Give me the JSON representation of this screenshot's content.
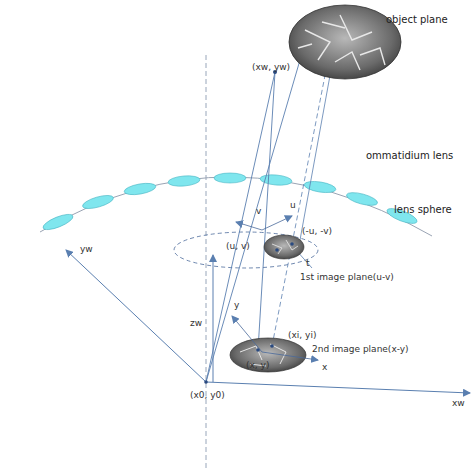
{
  "diagram": {
    "labels": [
      "object plane",
      "(xw, yw)",
      "ommatidium lens",
      "lens sphere",
      "v",
      "u",
      "(u, v)",
      "(-u, -v)",
      "t",
      "1st image plane(u-v)",
      "zw",
      "yw",
      "y",
      "(xi, yi)",
      "(x, y)",
      "x",
      "2nd image plane(x-y)",
      "(x0, y0)",
      "xw"
    ]
  }
}
